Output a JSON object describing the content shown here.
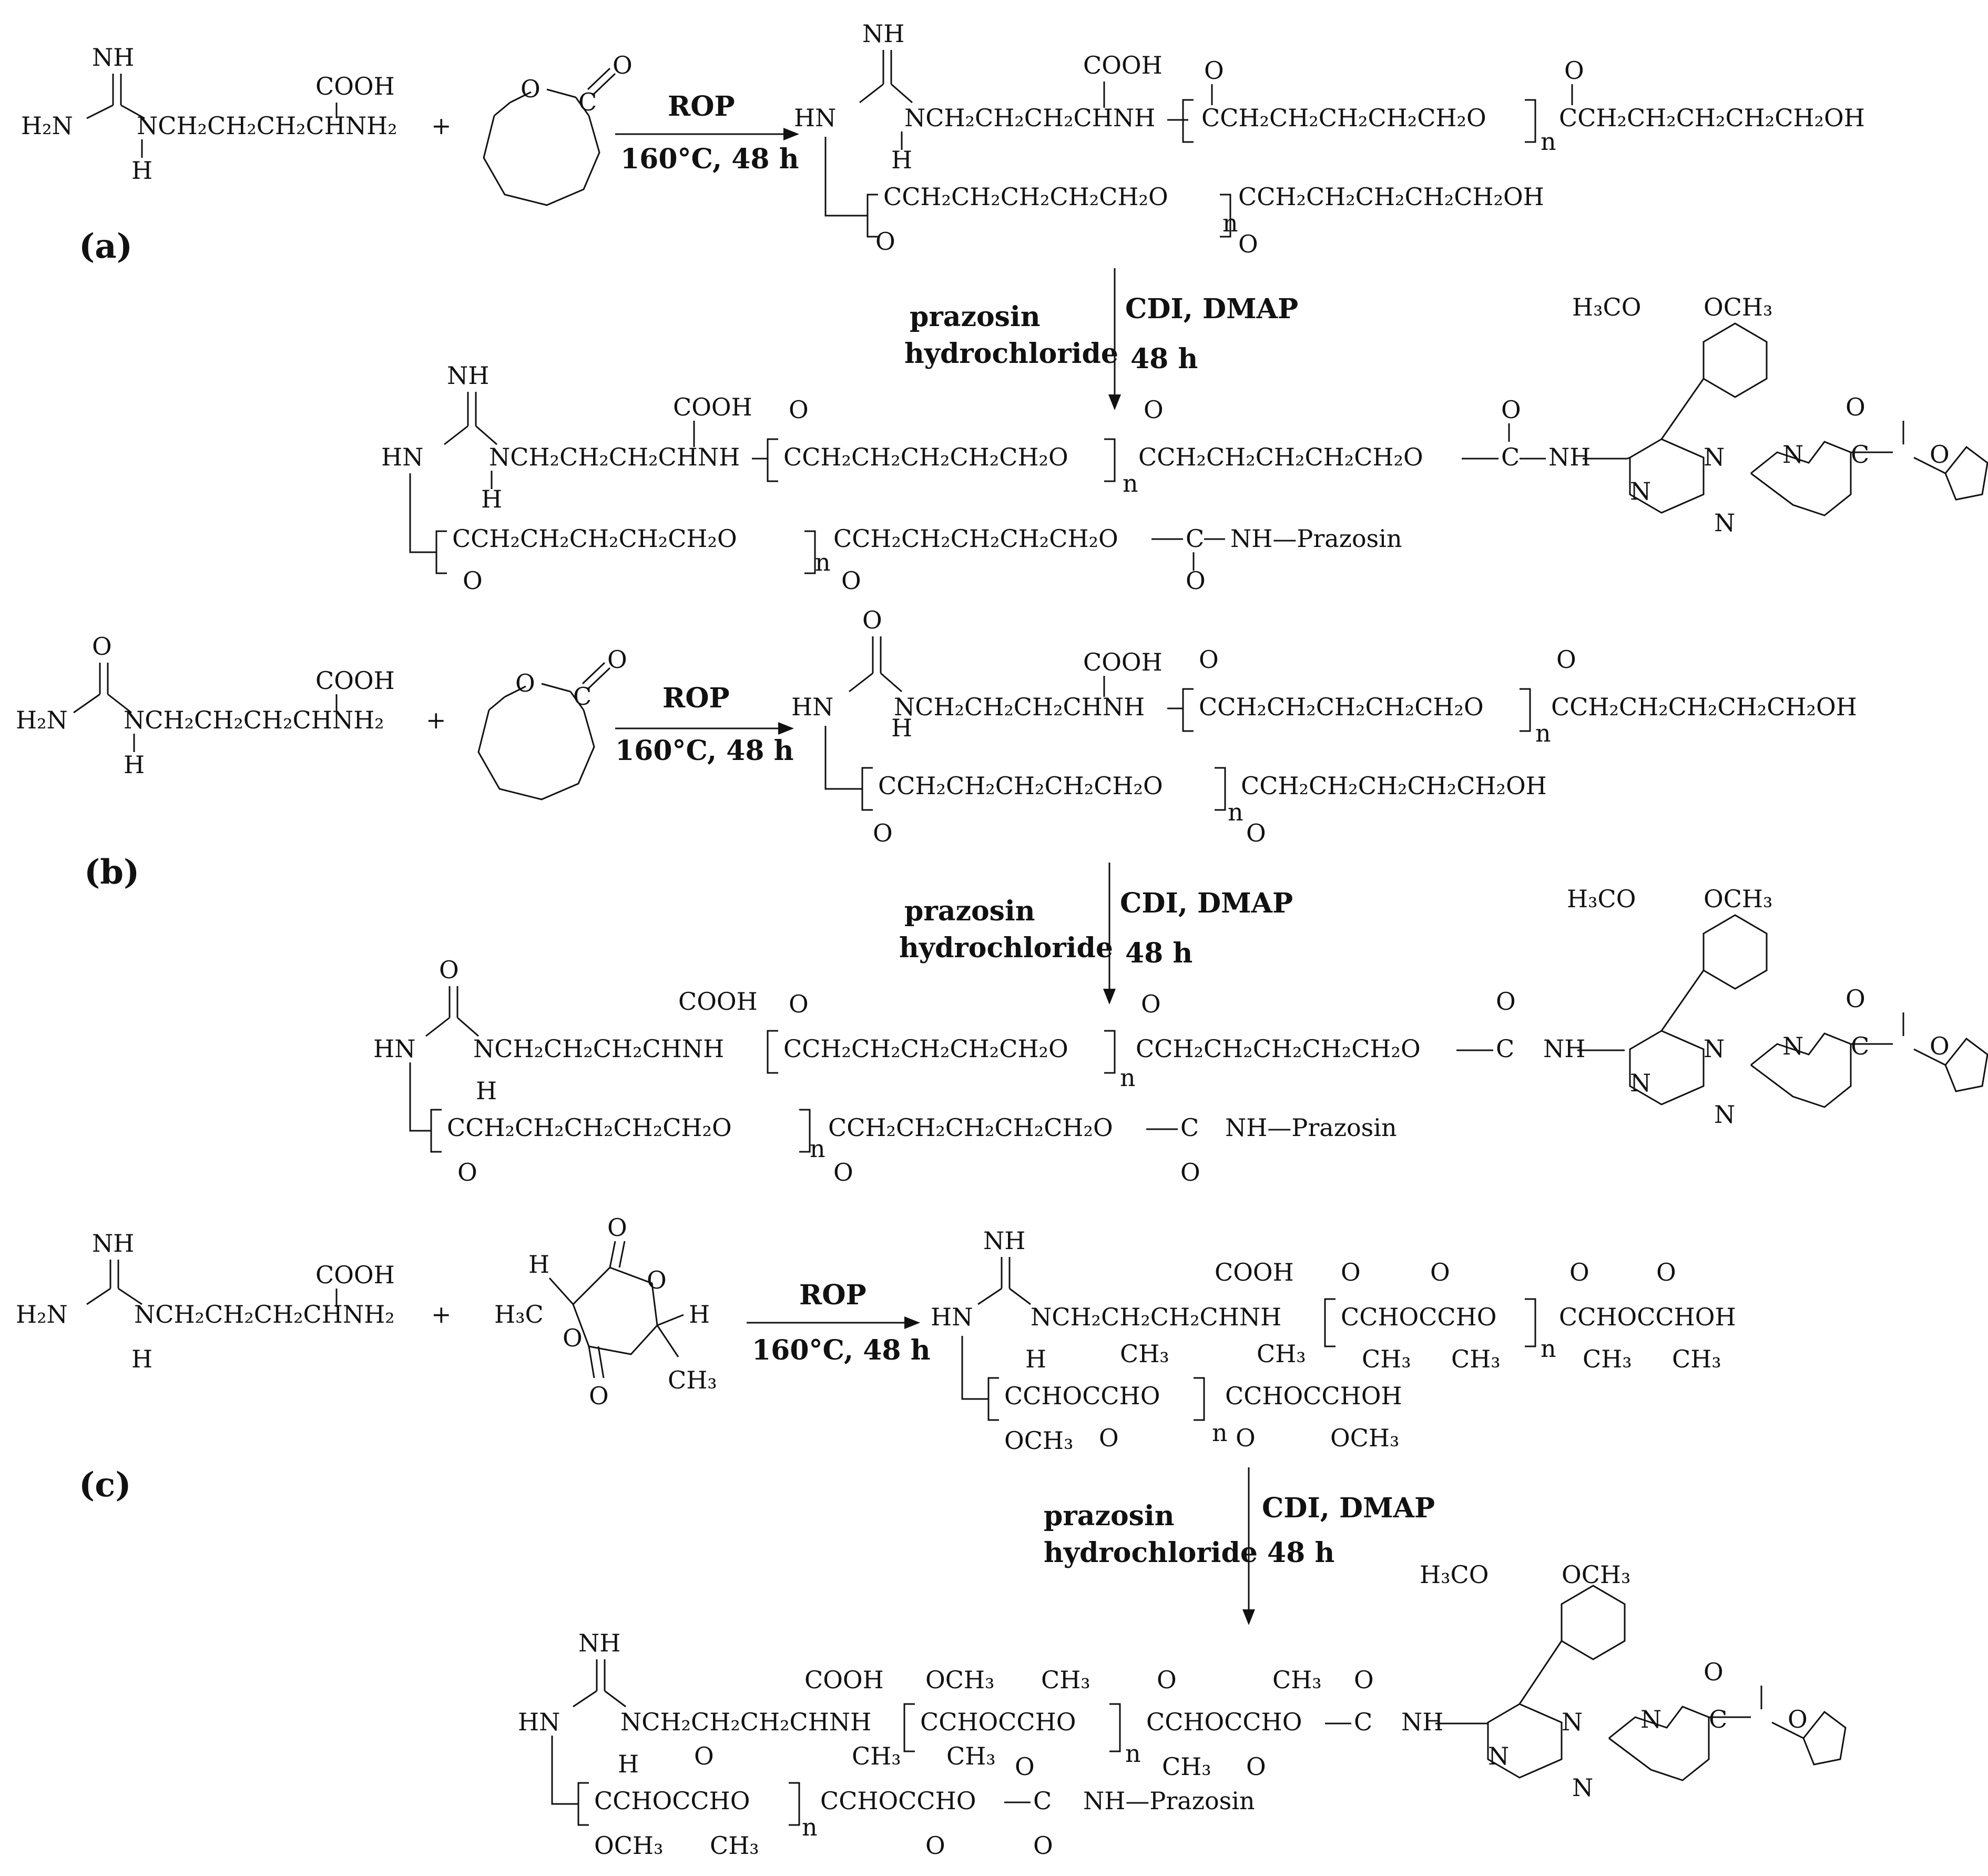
{
  "conditions": {
    "rop": "ROP",
    "rop_temp": "160°C, 48 h",
    "drug": "prazosin",
    "drug_salt": "hydrochloride",
    "reagents": "CDI, DMAP",
    "time": "48 h"
  },
  "panels": [
    {
      "label": "(a)",
      "monomer_start": {
        "top": "NH",
        "acid": "COOH",
        "amine": "H₂N",
        "chain": "NCH₂CH₂CH₂CHNH₂",
        "h": "H"
      },
      "plus": "+",
      "lactone_o": "O",
      "lactone_c": "C",
      "lactone_keto": "O",
      "product_top": "COOH",
      "product_hn": "HN",
      "product_nh_top": "NH",
      "product_chain": "NCH₂CH₂CH₂CHNH",
      "product_h": "H",
      "repeat_upper": "CCH₂CH₂CH₂CH₂CH₂O",
      "end_upper": "CCH₂CH₂CH₂CH₂CH₂OH",
      "repeat_lower": "CCH₂CH₂CH₂CH₂CH₂O",
      "end_lower": "CCH₂CH₂CH₂CH₂CH₂OH",
      "n": "n",
      "carbonyl_o": "O"
    },
    {
      "label": "(b)",
      "monomer_start": {
        "top": "O",
        "acid": "COOH",
        "amine": "H₂N",
        "chain": "NCH₂CH₂CH₂CHNH₂",
        "h": "H"
      }
    },
    {
      "label": "(c)",
      "monomer_start": {
        "top": "NH",
        "acid": "COOH",
        "amine": "H₂N",
        "chain": "NCH₂CH₂CH₂CHNH₂",
        "h": "H"
      },
      "lactide": {
        "h1": "H",
        "h2": "H",
        "ch3_left": "H₃C",
        "ch3_right": "CH₃",
        "o": "O"
      },
      "repeat_upper": "CCHOCCHO",
      "end_upper": "CCHOCCHOH",
      "ch3": "CH₃",
      "och3": "OCH₃",
      "conj_end": "CCHOCCHO"
    }
  ],
  "conjugate": {
    "upper_end": "CCH₂CH₂CH₂CH₂CH₂O",
    "lower_end": "CCH₂CH₂CH₂CH₂CH₂O",
    "carbamate_c": "C",
    "carbamate_nh": "NH",
    "nh_prazosin": "NH—Prazosin",
    "h3co": "H₃CO",
    "och3": "OCH₃",
    "ring_n": "N",
    "furan_o": "O",
    "carbonyl_c": "C"
  }
}
